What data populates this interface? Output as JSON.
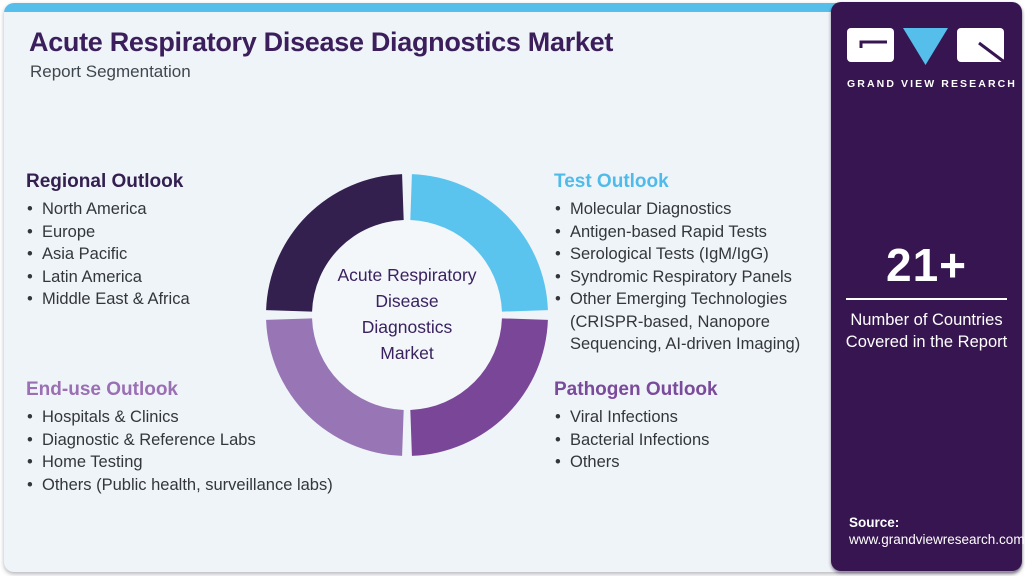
{
  "header": {
    "title": "Acute Respiratory Disease Diagnostics Market",
    "subtitle": "Report Segmentation"
  },
  "donut": {
    "center_lines": [
      "Acute Respiratory",
      "Disease",
      "Diagnostics",
      "Market"
    ],
    "segments": [
      {
        "name": "Test Outlook",
        "position": "top-right",
        "color": "#5BC4EE"
      },
      {
        "name": "Pathogen Outlook",
        "position": "bottom-right",
        "color": "#7A4698"
      },
      {
        "name": "End-use Outlook",
        "position": "bottom-left",
        "color": "#9876B5"
      },
      {
        "name": "Regional Outlook",
        "position": "top-left",
        "color": "#33204E"
      }
    ]
  },
  "sections": {
    "regional": {
      "title": "Regional Outlook",
      "color": "#332051",
      "items": [
        "North America",
        "Europe",
        "Asia Pacific",
        "Latin America",
        "Middle East & Africa"
      ]
    },
    "test": {
      "title": "Test Outlook",
      "color": "#4FBBEA",
      "items": [
        "Molecular Diagnostics",
        "Antigen-based Rapid Tests",
        "Serological Tests (IgM/IgG)",
        "Syndromic Respiratory Panels",
        "Other Emerging Technologies (CRISPR-based, Nanopore Sequencing, AI-driven Imaging)"
      ]
    },
    "enduse": {
      "title": "End-use Outlook",
      "color": "#9A6FB4",
      "items": [
        "Hospitals & Clinics",
        "Diagnostic & Reference Labs",
        "Home Testing",
        "Others (Public health, surveillance labs)"
      ]
    },
    "pathogen": {
      "title": "Pathogen Outlook",
      "color": "#7A4A9B",
      "items": [
        "Viral Infections",
        "Bacterial Infections",
        "Others"
      ]
    }
  },
  "sidebar": {
    "logo_text": "GRAND VIEW RESEARCH",
    "stat_value": "21+",
    "stat_label": "Number of Countries Covered in the Report",
    "source_label": "Source:",
    "source_url": "www.grandviewresearch.com"
  },
  "colors": {
    "accent_bar": "#55BEEB",
    "card_bg": "#EFF4F8",
    "sidebar_bg": "#371550",
    "title_text": "#3B1E5B",
    "body_text": "#33373B",
    "logo_accent": "#55BEEB"
  }
}
